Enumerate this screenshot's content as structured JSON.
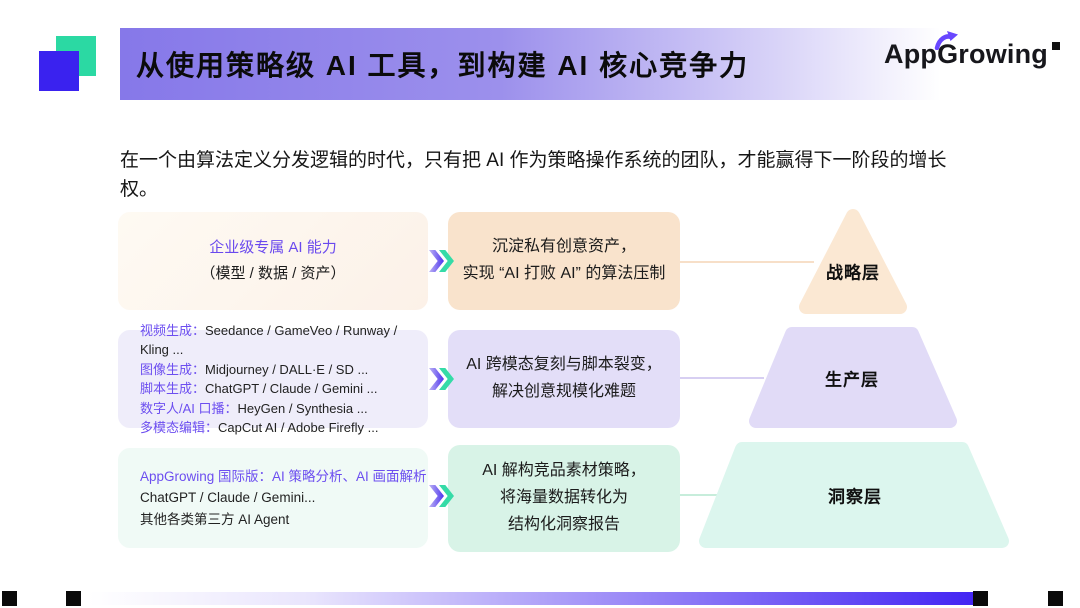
{
  "header": {
    "title": "从使用策略级 AI 工具，到构建 AI 核心竞争力",
    "logo": {
      "app": "App",
      "growing": "Growing"
    }
  },
  "intro": "在一个由算法定义分发逻辑的时代，只有把 AI 作为策略操作系统的团队，才能赢得下一阶段的增长权。",
  "rows": [
    {
      "left": {
        "line1": "企业级专属 AI 能力",
        "line2": "（模型 / 数据 / 资产）"
      },
      "mid": {
        "line1": "沉淀私有创意资产，",
        "line2": "实现 “AI 打败 AI” 的算法压制"
      },
      "layer": "战略层"
    },
    {
      "left": {
        "lines": [
          {
            "label": "视频生成：",
            "value": "Seedance / GameVeo / Runway / Kling ..."
          },
          {
            "label": "图像生成：",
            "value": "Midjourney / DALL·E / SD ..."
          },
          {
            "label": "脚本生成：",
            "value": "ChatGPT / Claude / Gemini ..."
          },
          {
            "label": "数字人/AI 口播：",
            "value": "HeyGen / Synthesia ..."
          },
          {
            "label": "多模态编辑：",
            "value": "CapCut AI / Adobe Firefly ..."
          }
        ]
      },
      "mid": {
        "line1": "AI 跨模态复刻与脚本裂变，",
        "line2": "解决创意规模化难题"
      },
      "layer": "生产层"
    },
    {
      "left": {
        "line1": "AppGrowing 国际版：AI 策略分析、AI 画面解析",
        "line2": "ChatGPT / Claude / Gemini...",
        "line3": "其他各类第三方 AI Agent"
      },
      "mid": {
        "line1": "AI 解构竞品素材策略，",
        "line2": "将海量数据转化为",
        "line3": "结构化洞察报告"
      },
      "layer": "洞察层"
    }
  ],
  "colors": {
    "header_gradient_start": "#8678E9",
    "brand_purple": "#6C4EF0",
    "brand_teal": "#2BD9A3",
    "brand_blue": "#3A22EF",
    "strategy_peach": "#F9E3CC",
    "production_lavender": "#E3DEF8",
    "insight_mint": "#D8F3E7",
    "bottom_bar_end": "#4325F3"
  }
}
